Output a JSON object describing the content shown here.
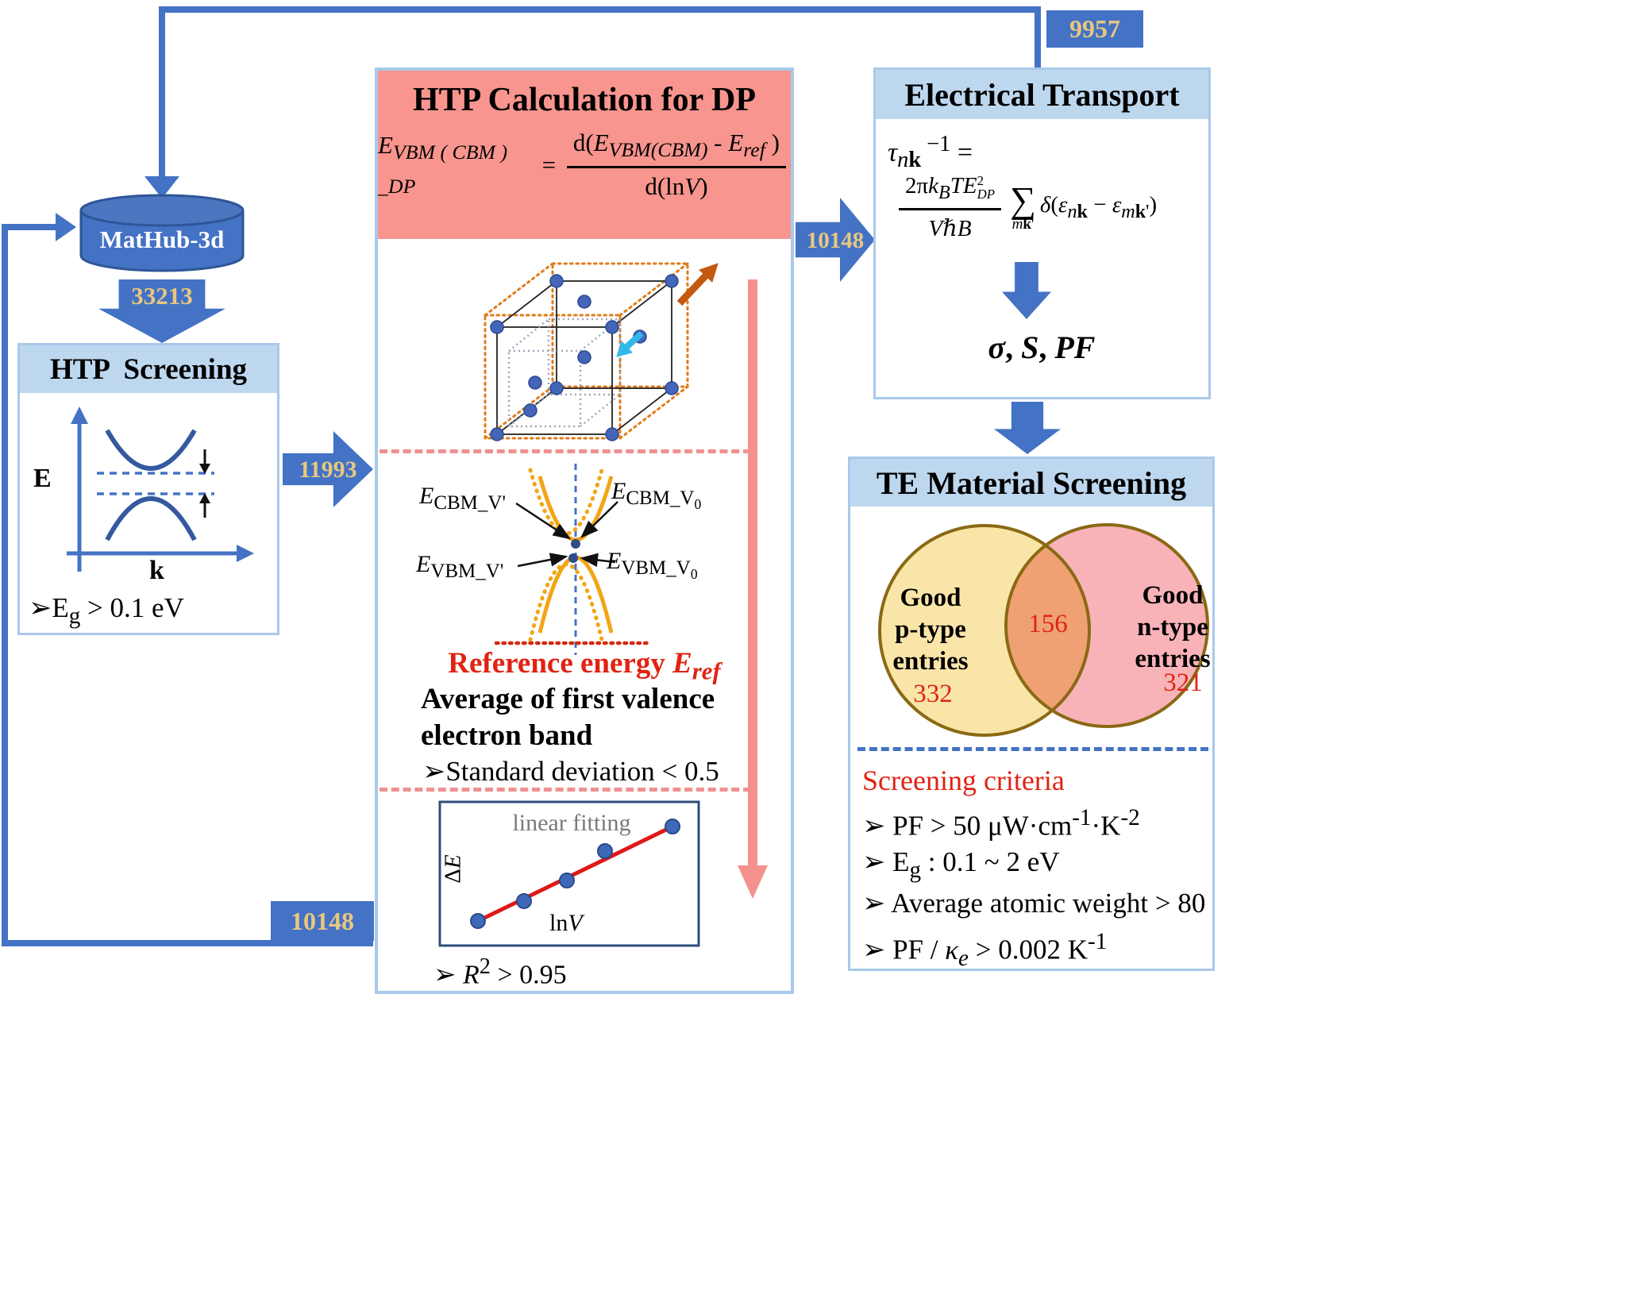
{
  "badges": {
    "top_feedback": "9957",
    "db_to_screening": "33213",
    "screening_to_dp": "11993",
    "dp_to_transport": "10148",
    "bottom_feedback": "10148"
  },
  "database": {
    "label": "MatHub-3d"
  },
  "htp_screening": {
    "title": "HTP  Screening",
    "y_axis_label": "E",
    "x_axis_label": "k",
    "criterion_html": "➢E<sub>g</sub> &gt; 0.1 eV"
  },
  "dp_calc": {
    "title": "HTP Calculation for DP",
    "formula_html": "<i>E<sub>VBM ( CBM ) _DP</sub></i>&nbsp;=&nbsp;<span class=\"frac\"><span class=\"num\">d(<i>E<sub>VBM(CBM)</sub></i> - <i>E<sub>ref</sub></i> )</span><span class=\"den\">d(ln<i>V</i>)</span></span>",
    "band_labels": {
      "cbm_vprime_html": "<i>E</i><sub>CBM_V'</sub>",
      "cbm_v0_html": "<i>E</i><sub>CBM_V<span class=\"ss\">0</span></sub>",
      "vbm_vprime_html": "<i>E</i><sub>VBM_V'</sub>",
      "vbm_v0_html": "<i>E</i><sub>VBM_V<span class=\"ss\">0</span></sub>"
    },
    "reference_html": "Reference energy <b><i>E<sub>ref</sub></i></b>",
    "average_text": "Average of first valence electron band",
    "std_html": "➢Standard deviation &lt; 0.5",
    "fit_plot": {
      "caption": "linear fitting",
      "y_label_html": "Δ<i>E</i>",
      "x_label_html": "ln<i>V</i>",
      "r2_html": "➢ <i>R</i><sup>2</sup> &gt; 0.95"
    }
  },
  "electrical": {
    "title": "Electrical Transport",
    "formula_line1_html": "<i>τ</i><sub><i>n</i><b>k</b></sub><sup> −1</sup> =",
    "formula_line2_html": "<span class=\"frac\"><span class=\"num\">2π<i>k<sub>B</sub>TE</i><span class=\"stk\"><span>2</span><span><i>DP</i></span></span></span><span class=\"den\"><i>V</i>ℏ<i>B</i></span></span><span class=\"bigsum\"><span class=\"sign\">∑</span><span class=\"sumsub\"><i>m</i><b>k</b>'</span></span><span><i>δ</i>(<i>ε</i><sub><i>n</i><b>k</b></sub> − <i>ε</i><sub><i>m</i><b>k</b>'</sub>)</span>",
    "outputs_html": "<b><i>σ</i>, <i>S</i>, <i>PF</i></b>"
  },
  "te_screening": {
    "title": "TE Material Screening",
    "venn": {
      "left_label_html": "Good<br>p-type<br>entries",
      "left_count": "332",
      "overlap_count": "156",
      "right_label_html": "Good<br>n-type<br>entries",
      "right_count": "321"
    },
    "criteria_title": "Screening criteria",
    "criteria_html": [
      "➢ PF &gt; 50 μW·cm<sup>-1</sup>·K<sup>-2</sup>",
      "➢ E<sub>g</sub> : 0.1 ~ 2 eV",
      "➢ Average atomic weight &gt; 80",
      "➢ PF / <i>κ<sub>e</sub></i> &gt; 0.002 K<sup>-1</sup>"
    ]
  }
}
